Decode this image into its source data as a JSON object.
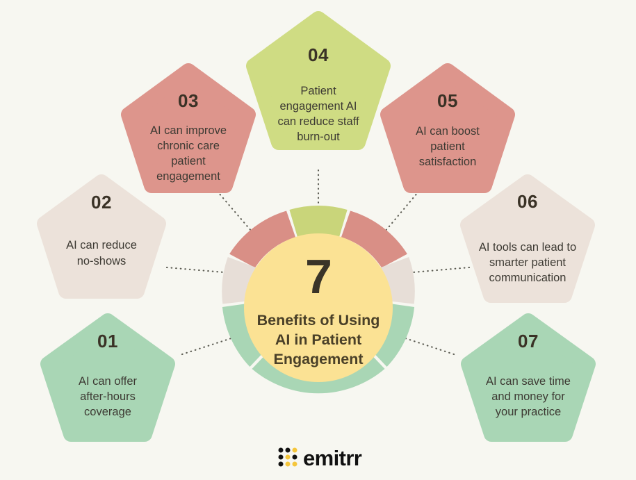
{
  "page": {
    "background_color": "#f7f7f1",
    "title_text": "7 Benefits of Using AI in Patient Engagement"
  },
  "center": {
    "number": "7",
    "title_lines": [
      "Benefits of Using",
      "AI in Patient",
      "Engagement"
    ],
    "circle_color": "#fbe294",
    "ring_colors": [
      "#d98f86",
      "#c9d57a",
      "#d98f86",
      "#e7ded7",
      "#a9d6b5",
      "#a9d6b5",
      "#e7ded7"
    ]
  },
  "cards": [
    {
      "id": "01",
      "number": "01",
      "lines": [
        "AI can offer",
        "after-hours",
        "coverage"
      ],
      "color": "#a9d6b5",
      "segment_color": "#a9d6b5"
    },
    {
      "id": "02",
      "number": "02",
      "lines": [
        "AI can reduce",
        "no-shows"
      ],
      "color": "#ece2da",
      "segment_color": "#e7ded7"
    },
    {
      "id": "03",
      "number": "03",
      "lines": [
        "AI can improve",
        "chronic care",
        "patient",
        "engagement"
      ],
      "color": "#dd958c",
      "segment_color": "#d98f86"
    },
    {
      "id": "04",
      "number": "04",
      "lines": [
        "Patient",
        "engagement AI",
        "can reduce staff",
        "burn-out"
      ],
      "color": "#cfdc83",
      "segment_color": "#c9d57a"
    },
    {
      "id": "05",
      "number": "05",
      "lines": [
        "AI can boost",
        "patient",
        "satisfaction"
      ],
      "color": "#dd958c",
      "segment_color": "#d98f86"
    },
    {
      "id": "06",
      "number": "06",
      "lines": [
        "AI tools can lead to",
        "smarter patient",
        "communication"
      ],
      "color": "#ece2da",
      "segment_color": "#e7ded7"
    },
    {
      "id": "07",
      "number": "07",
      "lines": [
        "AI can save time",
        "and money for",
        "your practice"
      ],
      "color": "#a9d6b5",
      "segment_color": "#a9d6b5"
    }
  ],
  "logo": {
    "wordmark": "emitrr",
    "mark_name": "emitrr-dot-grid-mark",
    "dot_dark_color": "#111111",
    "dot_accent_color": "#f5c63c"
  },
  "connectors": {
    "style": "dotted",
    "color": "#5b5b52"
  }
}
